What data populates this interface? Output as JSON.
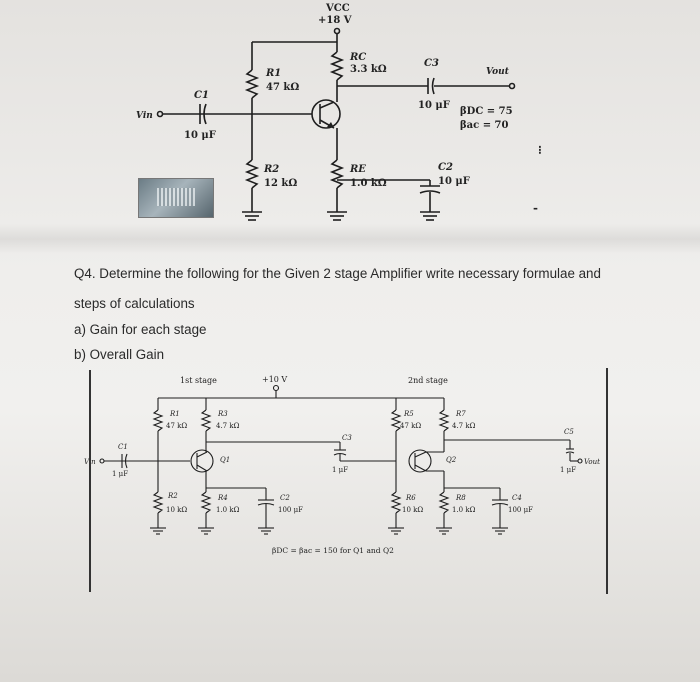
{
  "question": {
    "title": "Q4. Determine the following for the Given 2 stage Amplifier write necessary formulae and",
    "steps": "steps of calculations",
    "item_a": "a) Gain for each stage",
    "item_b": "b) Overall Gain"
  },
  "top_circuit": {
    "vcc_label": "VCC",
    "vcc_value": "+18 V",
    "r1": "R1",
    "r1_value": "47 kΩ",
    "rc": "RC",
    "rc_value": "3.3 kΩ",
    "c3": "C3",
    "c3_value": "10 μF",
    "vout": "Vout",
    "c1": "C1",
    "c1_value": "10 μF",
    "vin": "Vin",
    "beta_dc": "βDC = 75",
    "beta_ac": "βac = 70",
    "r2": "R2",
    "r2_value": "12 kΩ",
    "re": "RE",
    "re_value": "1.0 kΩ",
    "c2": "C2",
    "c2_value": "10 μF",
    "edge_mark": "⁝",
    "edge_mark2": "-"
  },
  "bottom_circuit": {
    "stage1_label": "1st stage",
    "stage2_label": "2nd stage",
    "vcc_value": "+10 V",
    "r1": "R1",
    "r1_value": "47 kΩ",
    "r3": "R3",
    "r3_value": "4.7 kΩ",
    "q1": "Q1",
    "c1": "C1",
    "c1_value": "1 μF",
    "vin": "Vin",
    "r2": "R2",
    "r2_value": "10 kΩ",
    "r4": "R4",
    "r4_value": "1.0 kΩ",
    "c2": "C2",
    "c2_value": "100 μF",
    "c3": "C3",
    "c3_value": "1 μF",
    "r5": "R5",
    "r5_value": "47 kΩ",
    "r7": "R7",
    "r7_value": "4.7 kΩ",
    "q2": "Q2",
    "r6": "R6",
    "r6_value": "10 kΩ",
    "r8": "R8",
    "r8_value": "1.0 kΩ",
    "c4": "C4",
    "c4_value": "100 μF",
    "c5": "C5",
    "c5_value": "1 μF",
    "vout": "Vout",
    "beta_note": "βDC = βac = 150 for Q1 and Q2"
  }
}
